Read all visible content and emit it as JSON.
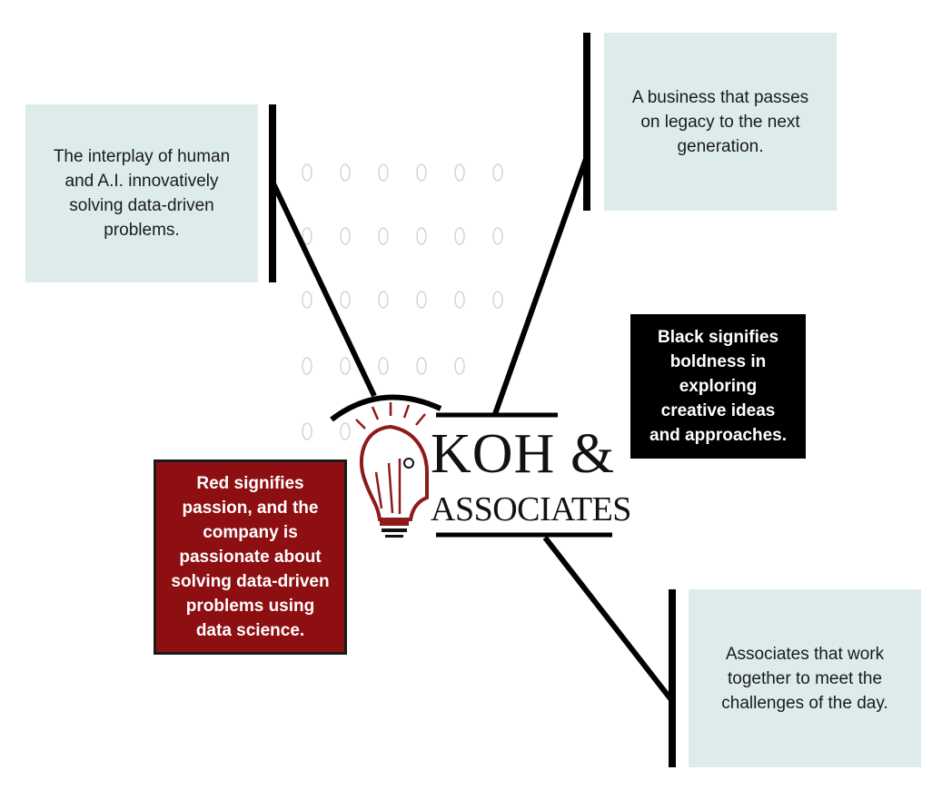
{
  "boxes": {
    "top_left": "The interplay of human and A.I. innovatively solving data-driven problems.",
    "top_right": "A business that passes on legacy to the next generation.",
    "black": "Black signifies boldness in exploring creative ideas and approaches.",
    "red": "Red signifies passion, and the company is passionate about solving data-driven problems using data science.",
    "bottom_right": "Associates that work together to meet the challenges of the day."
  },
  "logo": {
    "line1": "KOH &",
    "line2": "ASSOCIATES"
  },
  "colors": {
    "light_box": "#ddeceb",
    "red_box": "#8e0f12",
    "black_box": "#000000",
    "logo_red": "#8e1a1a"
  }
}
